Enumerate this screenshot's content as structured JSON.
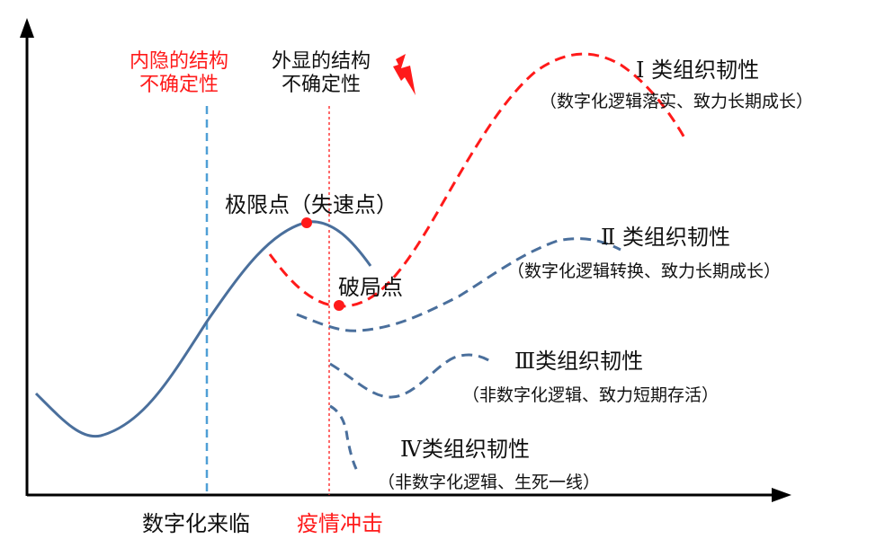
{
  "labels": {
    "hidden_uncertainty": [
      "内隐的结构",
      "不确定性"
    ],
    "visible_uncertainty": [
      "外显的结构",
      "不确定性"
    ],
    "limit_point": "极限点（失速点）",
    "breakout_point": "破局点",
    "x_axis_digital": "数字化来临",
    "x_axis_covid": "疫情冲击"
  },
  "categories": [
    {
      "title": "Ⅰ 类组织韧性",
      "subtitle": "（数字化逻辑落实、致力长期成长）"
    },
    {
      "title": "Ⅱ 类组织韧性",
      "subtitle": "（数字化逻辑转换、致力长期成长）"
    },
    {
      "title": "Ⅲ类组织韧性",
      "subtitle": "（非数字化逻辑、致力短期存活）"
    },
    {
      "title": "Ⅳ类组织韧性",
      "subtitle": "（非数字化逻辑、生死一线）"
    }
  ],
  "colors": {
    "curve_blue": "#4a6f9c",
    "dashed_blue": "#4a6f9c",
    "red": "#ff1a1a",
    "vline_blue": "#4f9fd6",
    "axis": "#000000"
  }
}
